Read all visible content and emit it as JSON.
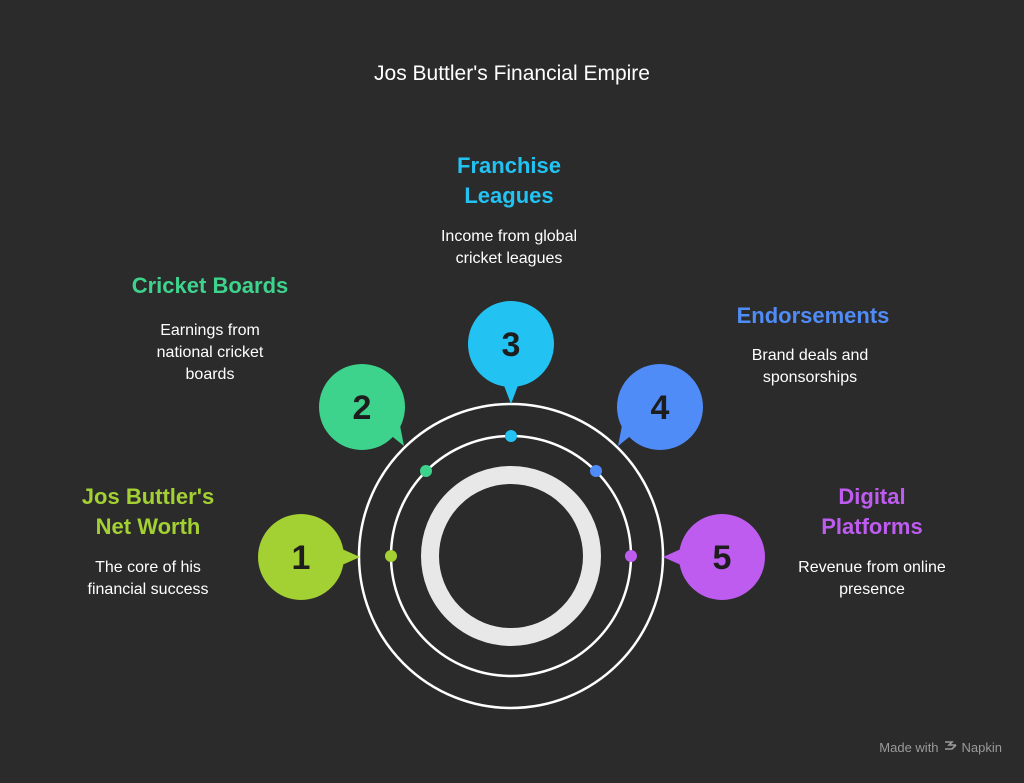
{
  "title": "Jos Buttler's Financial Empire",
  "colors": {
    "background": "#2b2b2b",
    "item1": "#a3d033",
    "item2": "#3ed38c",
    "item3": "#22c3f3",
    "item4": "#4f8cf7",
    "item5": "#bf5cf0",
    "ring": "#ffffff",
    "core": "#e8e8e8"
  },
  "items": [
    {
      "number": "1",
      "label_line1": "Jos Buttler's",
      "label_line2": "Net Worth",
      "desc_line1": "The core of his",
      "desc_line2": "financial success"
    },
    {
      "number": "2",
      "label_line1": "Cricket Boards",
      "desc_line1": "Earnings from",
      "desc_line2": "national cricket",
      "desc_line3": "boards"
    },
    {
      "number": "3",
      "label_line1": "Franchise",
      "label_line2": "Leagues",
      "desc_line1": "Income from global",
      "desc_line2": "cricket leagues"
    },
    {
      "number": "4",
      "label_line1": "Endorsements",
      "desc_line1": "Brand deals and",
      "desc_line2": "sponsorships"
    },
    {
      "number": "5",
      "label_line1": "Digital",
      "label_line2": "Platforms",
      "desc_line1": "Revenue from online",
      "desc_line2": "presence"
    }
  ],
  "footer": {
    "made_with": "Made with",
    "brand": "Napkin",
    "icon": "napkin-logo-icon"
  }
}
